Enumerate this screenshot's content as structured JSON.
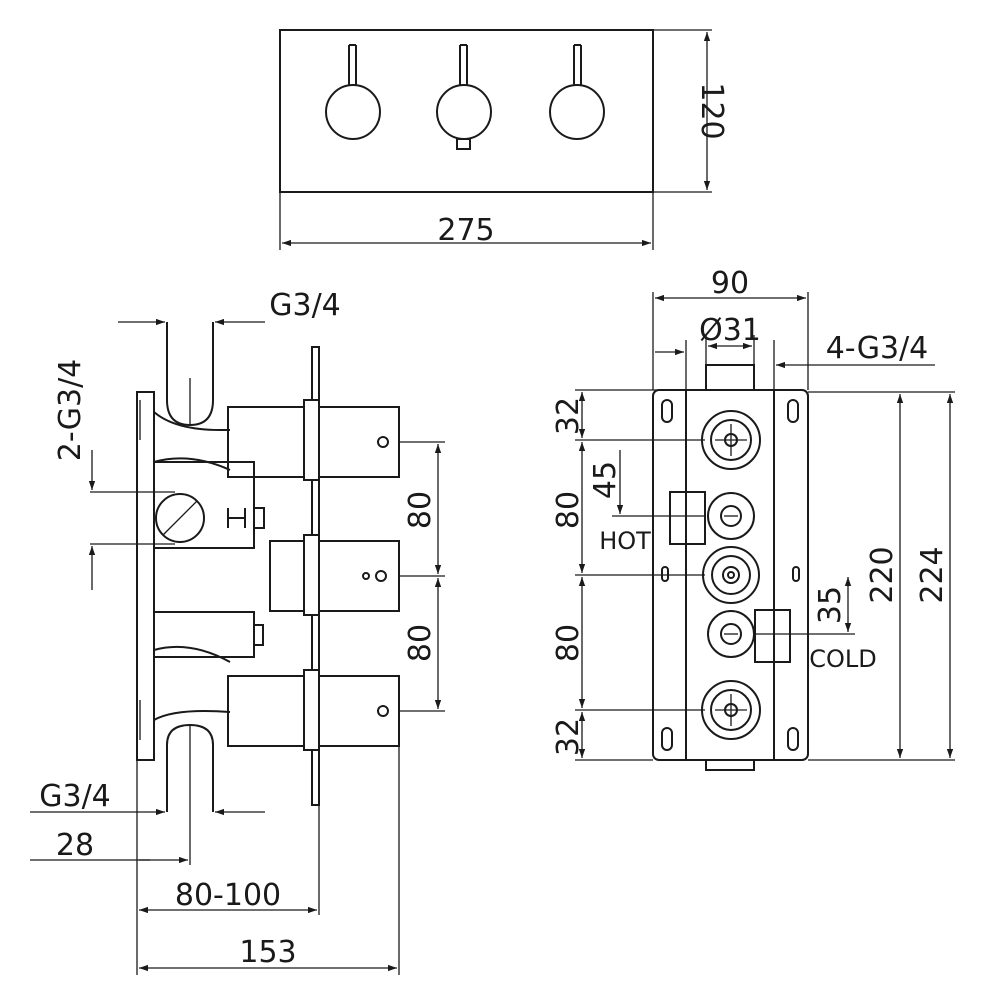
{
  "front_view": {
    "width_label": "275",
    "height_label": "120"
  },
  "side_view": {
    "inlet_top_label": "G3/4",
    "side_ports_label": "2-G3/4",
    "spacing_upper_label": "80",
    "spacing_lower_label": "80",
    "inlet_bottom_label": "G3/4",
    "offset_label": "28",
    "depth_range_label": "80-100",
    "total_depth_label": "153"
  },
  "rear_view": {
    "body_width_label": "90",
    "port_diameter_label": "Ø31",
    "ports_label": "4-G3/4",
    "top_margin_label": "32",
    "hot_offset_label": "45",
    "spacing_upper_label": "80",
    "hot_label": "HOT",
    "cold_offset_label": "35",
    "spacing_lower_label": "80",
    "cold_label": "COLD",
    "bottom_margin_label": "32",
    "inner_height_label": "220",
    "total_height_label": "224"
  },
  "colors": {
    "line": "#1a1a1a",
    "background": "#ffffff"
  }
}
